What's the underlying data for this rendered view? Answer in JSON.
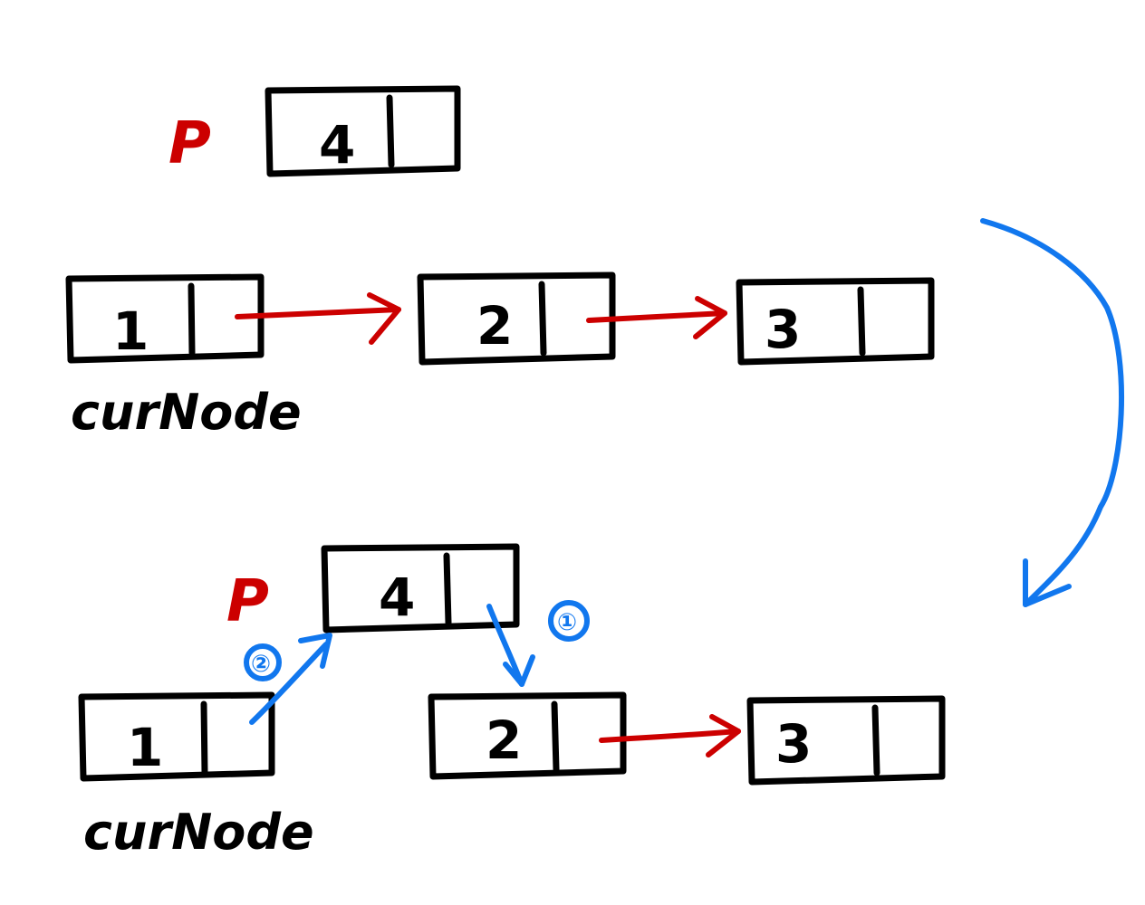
{
  "colors": {
    "ink": "#000000",
    "pointer_red": "#cc0000",
    "step_blue": "#1177ee"
  },
  "top": {
    "p_label": "P",
    "p_node_value": "4",
    "nodes": [
      "1",
      "2",
      "3"
    ],
    "cur_label": "curNode"
  },
  "bottom": {
    "p_label": "P",
    "p_node_value": "4",
    "nodes": [
      "1",
      "2",
      "3"
    ],
    "cur_label": "curNode",
    "step_one": "①",
    "step_two": "②"
  }
}
